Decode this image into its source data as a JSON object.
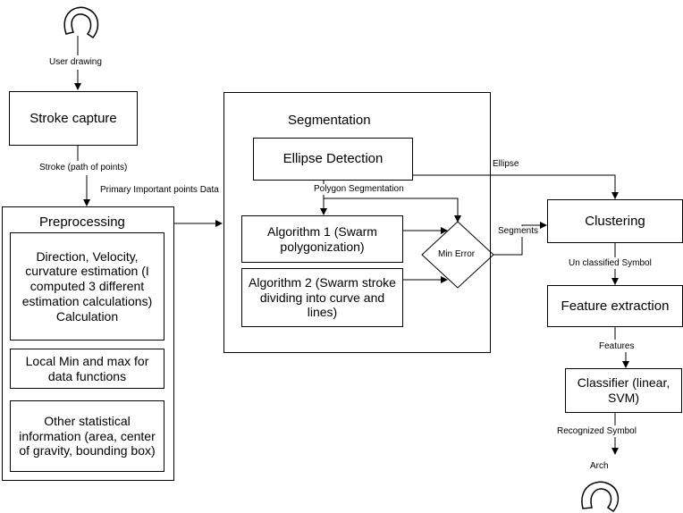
{
  "nodes": {
    "stroke_capture": "Stroke capture",
    "preprocessing": "Preprocessing",
    "direction_velocity": "Direction, Velocity, curvature estimation (I computed  3 different estimation calculations) Calculation",
    "local_min_max": "Local Min and max for data functions",
    "other_statistical": "Other statistical information (area, center of gravity, bounding box)",
    "segmentation": "Segmentation",
    "ellipse_detection": "Ellipse Detection",
    "algorithm1": "Algorithm 1 (Swarm polygonization)",
    "algorithm2": "Algorithm 2 (Swarm stroke dividing into curve and lines)",
    "min_error": "Min Error",
    "clustering": "Clustering",
    "feature_extraction": "Feature extraction",
    "classifier": "Classifier (linear, SVM)"
  },
  "edges": {
    "user_drawing": "User drawing",
    "stroke_path": "Stroke (path of points)",
    "primary_points": "Primary Important points Data",
    "polygon_segmentation": "Polygon Segmentation",
    "ellipse": "Ellipse",
    "segments": "Segments",
    "unclassified_symbol": "Un classified Symbol",
    "features": "Features",
    "recognized_symbol": "Recognized Symbol",
    "arch": "Arch"
  },
  "icons": {
    "input_glyph": "arch-sketch-icon",
    "output_glyph": "arch-sketch-icon"
  }
}
